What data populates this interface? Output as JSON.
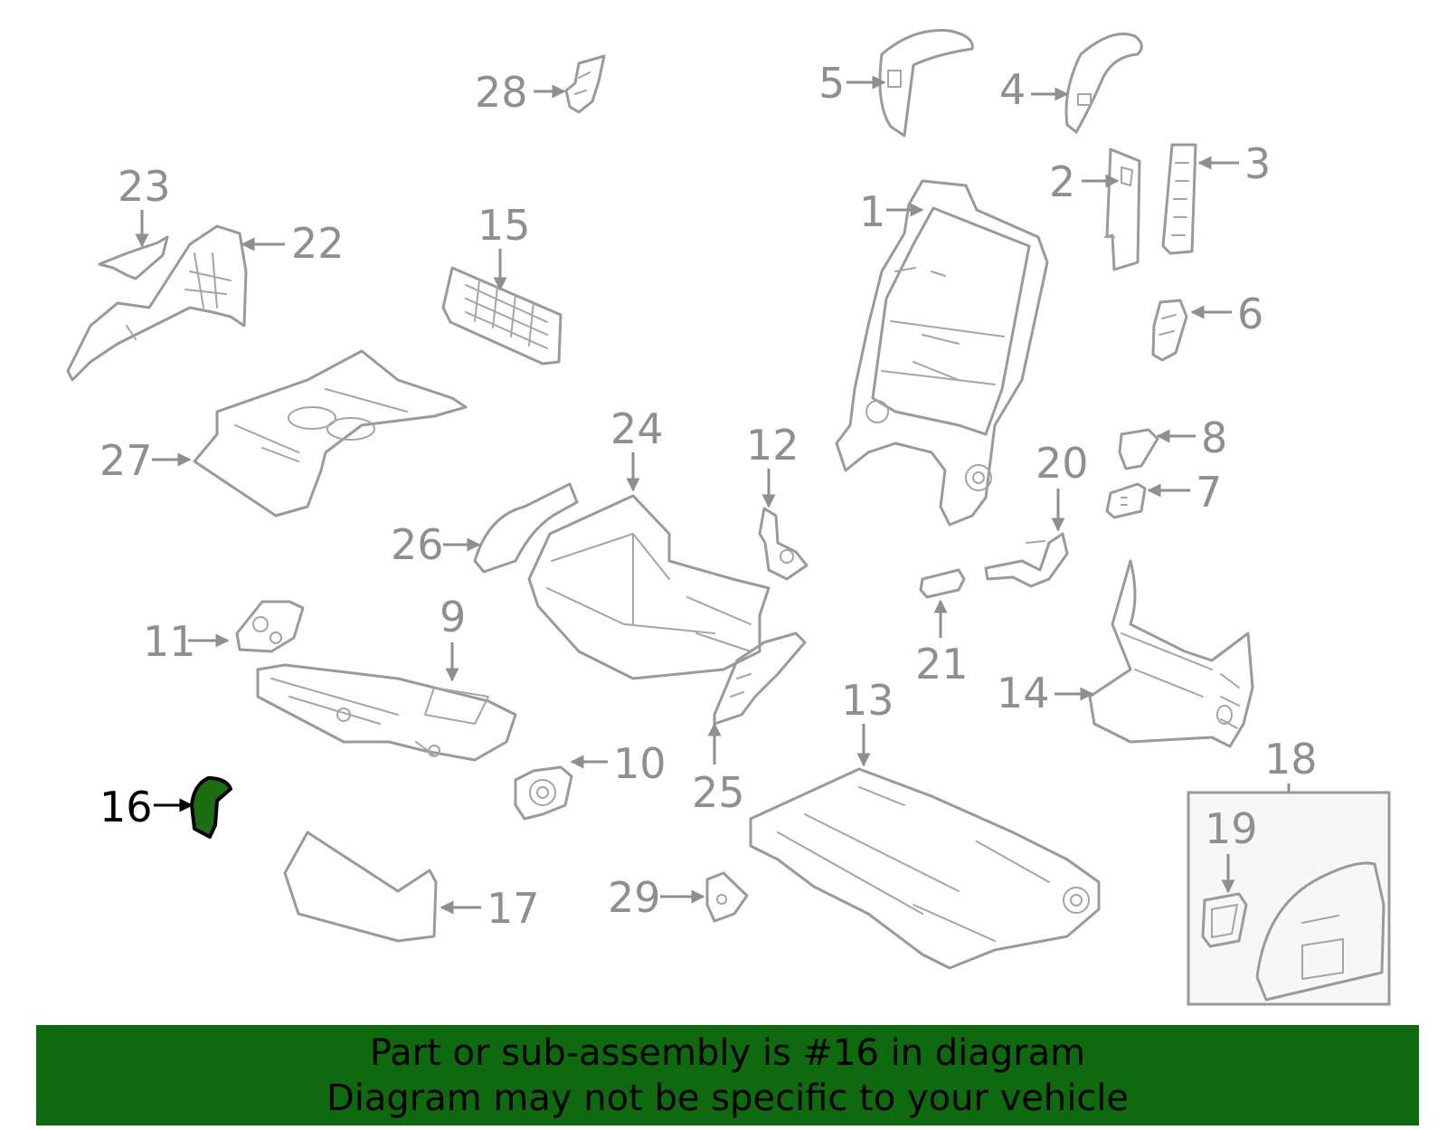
{
  "diagram": {
    "callouts": [
      "1",
      "2",
      "3",
      "4",
      "5",
      "6",
      "7",
      "8",
      "9",
      "10",
      "11",
      "12",
      "13",
      "14",
      "15",
      "16",
      "17",
      "18",
      "19",
      "20",
      "21",
      "22",
      "23",
      "24",
      "25",
      "26",
      "27",
      "28",
      "29"
    ],
    "highlighted_part": "16",
    "highlight_color": "#1c6e12",
    "line_color": "#9a9a9a"
  },
  "banner": {
    "line1": "Part or sub-assembly is #16 in diagram",
    "line2": "Diagram may not be specific to your vehicle",
    "background": "#0f6a0f"
  }
}
